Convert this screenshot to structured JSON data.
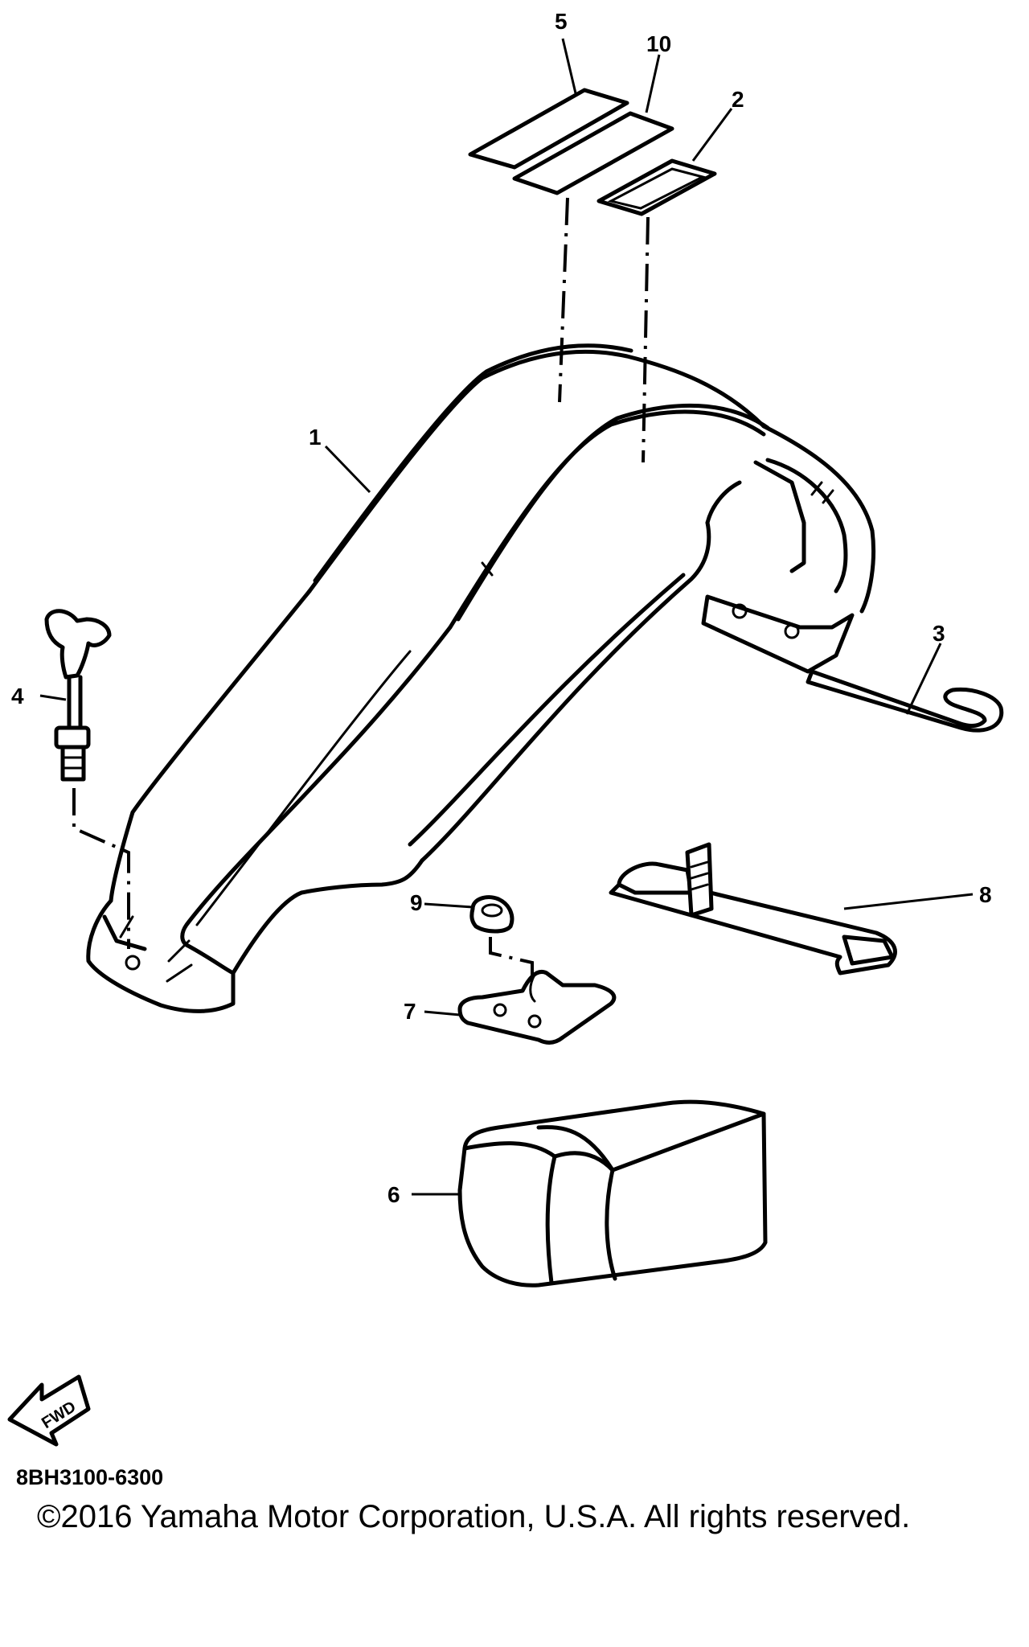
{
  "diagram": {
    "callouts": [
      "1",
      "2",
      "3",
      "4",
      "5",
      "6",
      "7",
      "8",
      "9",
      "10"
    ],
    "direction_label": "FWD",
    "drawing_code": "8BH3100-6300",
    "copyright": "©2016 Yamaha Motor Corporation, U.S.A. All rights reserved."
  }
}
